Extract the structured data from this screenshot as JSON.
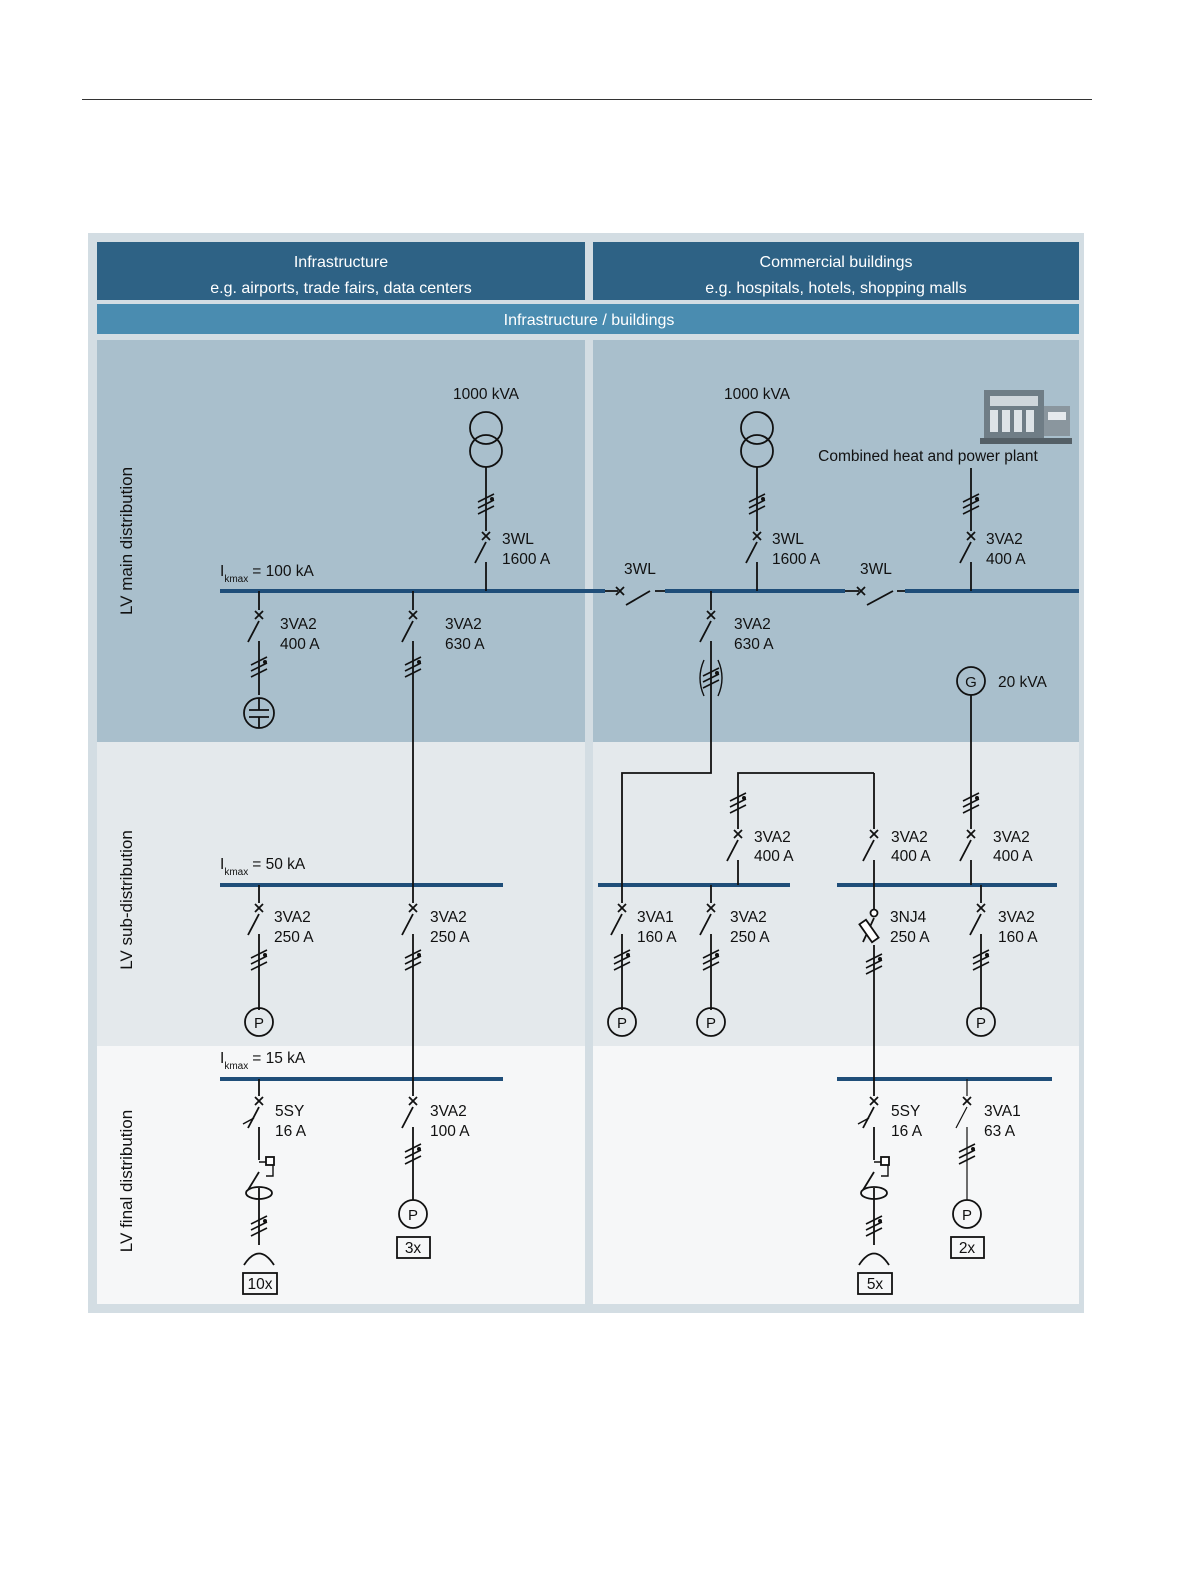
{
  "header": {
    "left_title": "Infrastructure",
    "left_subtitle": "e.g. airports, trade fairs, data centers",
    "right_title": "Commercial buildings",
    "right_subtitle": "e.g. hospitals, hotels, shopping malls",
    "bar": "Infrastructure / buildings"
  },
  "sections": {
    "main": "LV main distribution",
    "sub": "LV sub-distribution",
    "final": "LV final distribution"
  },
  "ikmax": {
    "i": "I",
    "sub": "kmax",
    "main_value": "= 100 kA",
    "sub_value": "= 50 kA",
    "final_value": "= 15 kA"
  },
  "left": {
    "transformer": "1000 kVA",
    "incomer": [
      "3WL",
      "1600 A"
    ],
    "cap_feeder": [
      "3VA2",
      "400 A"
    ],
    "feeder_630": [
      "3VA2",
      "630 A"
    ],
    "sub_feeder_1": [
      "3VA2",
      "250 A"
    ],
    "sub_feeder_2": [
      "3VA2",
      "250 A"
    ],
    "final_mcb": [
      "5SY",
      "16 A"
    ],
    "final_feeder": [
      "3VA2",
      "100 A"
    ],
    "motor": "P",
    "multiplier_sockets": "10x",
    "multiplier_motors": "3x"
  },
  "right": {
    "transformer": "1000 kVA",
    "chp_label": "Combined heat and power plant",
    "tie_1": "3WL",
    "tie_2": "3WL",
    "incomer": [
      "3WL",
      "1600 A"
    ],
    "chp_breaker": [
      "3VA2",
      "400 A"
    ],
    "feeder_630": [
      "3VA2",
      "630 A"
    ],
    "generator_symbol": "G",
    "generator": "20 kVA",
    "sub_in_1": [
      "3VA2",
      "400 A"
    ],
    "sub_in_2": [
      "3VA2",
      "400 A"
    ],
    "sub_in_3": [
      "3VA2",
      "400 A"
    ],
    "sub_a_1": [
      "3VA1",
      "160 A"
    ],
    "sub_a_2": [
      "3VA2",
      "250 A"
    ],
    "sub_b_1": [
      "3NJ4",
      "250 A"
    ],
    "sub_b_2": [
      "3VA2",
      "160 A"
    ],
    "final_mcb": [
      "5SY",
      "16 A"
    ],
    "final_feeder": [
      "3VA1",
      "63 A"
    ],
    "motor": "P",
    "multiplier_sockets": "5x",
    "multiplier_motors": "2x"
  },
  "colors": {
    "header_bg": "#2e6285",
    "bar_bg": "#4a8cb0",
    "main_bg": "#a9bfcc",
    "sub_bg": "#e4e9ec",
    "final_bg": "#f6f7f8",
    "frame": "#d3dde3",
    "busbar": "#1f4e79",
    "wire": "#111111"
  }
}
